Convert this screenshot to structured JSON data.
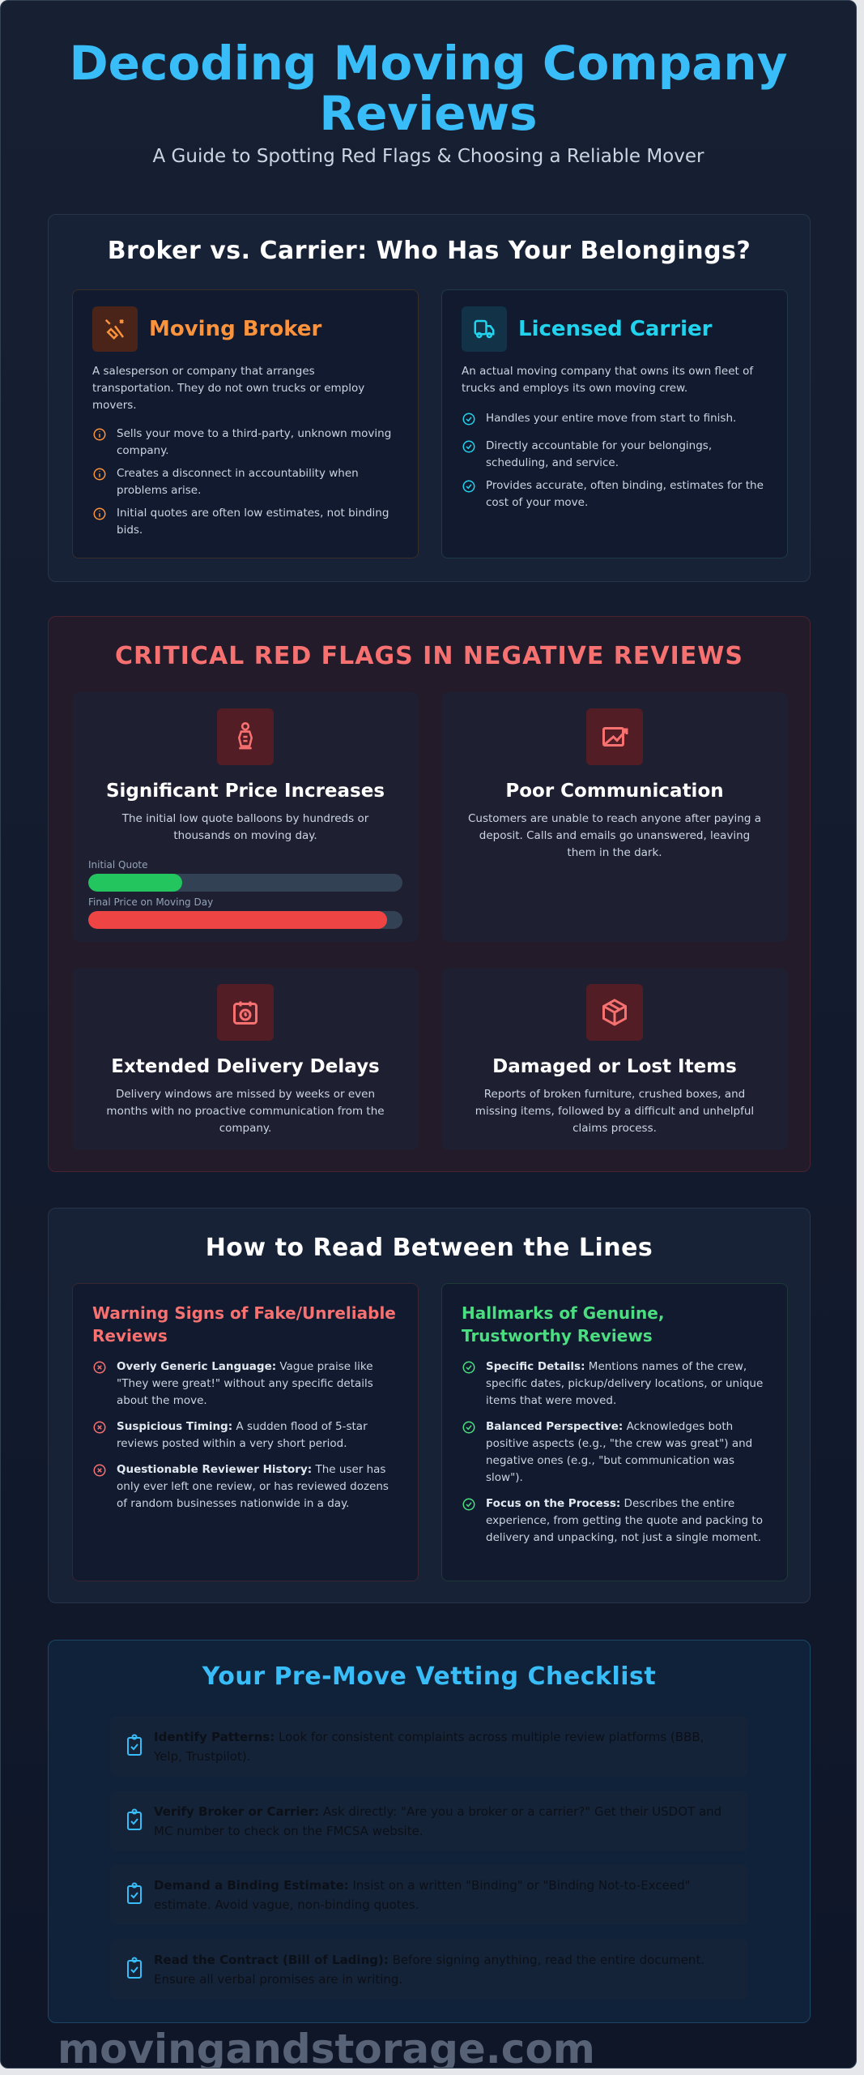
{
  "header": {
    "title": "Decoding Moving Company Reviews",
    "subtitle": "A Guide to Spotting Red Flags & Choosing a Reliable Mover"
  },
  "broker_vs_carrier": {
    "title": "Broker vs. Carrier: Who Has Your Belongings?",
    "broker": {
      "title": "Moving Broker",
      "icon": "unlink-icon",
      "color": "#fb923c",
      "desc": "A salesperson or company that arranges transportation. They do not own trucks or employ movers.",
      "points": [
        "Sells your move to a third-party, unknown moving company.",
        "Creates a disconnect in accountability when problems arise.",
        "Initial quotes are often low estimates, not binding bids."
      ]
    },
    "carrier": {
      "title": "Licensed Carrier",
      "icon": "truck-icon",
      "color": "#22d3ee",
      "desc": "An actual moving company that owns its own fleet of trucks and employs its own moving crew.",
      "points": [
        "Handles your entire move from start to finish.",
        "Directly accountable for your belongings, scheduling, and service.",
        "Provides accurate, often binding, estimates for the cost of your move."
      ]
    }
  },
  "red_flags": {
    "title": "CRITICAL RED FLAGS IN NEGATIVE REVIEWS",
    "color": "#f87171",
    "items": [
      {
        "title": "Significant Price Increases",
        "icon": "money-bag-icon",
        "desc": "The initial low quote balloons by hundreds or thousands on moving day."
      },
      {
        "title": "Poor Communication",
        "icon": "chart-up-icon",
        "desc": "Customers are unable to reach anyone after paying a deposit. Calls and emails go unanswered, leaving them in the dark."
      },
      {
        "title": "Extended Delivery Delays",
        "icon": "calendar-clock-icon",
        "desc": "Delivery windows are missed by weeks or even months with no proactive communication from the company."
      },
      {
        "title": "Damaged or Lost Items",
        "icon": "broken-box-icon",
        "desc": "Reports of broken furniture, crushed boxes, and missing items, followed by a difficult and unhelpful claims process."
      }
    ],
    "bars": [
      {
        "label": "Initial Quote",
        "percent": 30,
        "color": "#22c55e"
      },
      {
        "label": "Final Price on Moving Day",
        "percent": 95,
        "color": "#ef4444"
      }
    ]
  },
  "read_between": {
    "title": "How to Read Between the Lines",
    "warning": {
      "title": "Warning Signs of Fake/Unreliable Reviews",
      "color": "#f87171",
      "items": [
        {
          "bold": "Overly Generic Language:",
          "text": " Vague praise like \"They were great!\" without any specific details about the move."
        },
        {
          "bold": "Suspicious Timing:",
          "text": " A sudden flood of 5-star reviews posted within a very short period."
        },
        {
          "bold": "Questionable Reviewer History:",
          "text": " The user has only ever left one review, or has reviewed dozens of random businesses nationwide in a day."
        }
      ]
    },
    "genuine": {
      "title": "Hallmarks of Genuine, Trustworthy Reviews",
      "color": "#4ade80",
      "items": [
        {
          "bold": "Specific Details:",
          "text": " Mentions names of the crew, specific dates, pickup/delivery locations, or unique items that were moved."
        },
        {
          "bold": "Balanced Perspective:",
          "text": " Acknowledges both positive aspects (e.g., \"the crew was great\") and negative ones (e.g., \"but communication was slow\")."
        },
        {
          "bold": "Focus on the Process:",
          "text": " Describes the entire experience, from getting the quote and packing to delivery and unpacking, not just a single moment."
        }
      ]
    }
  },
  "checklist": {
    "title": "Your Pre-Move Vetting Checklist",
    "items": [
      {
        "bold": "Identify Patterns:",
        "text": " Look for consistent complaints across multiple review platforms (BBB, Yelp, Trustpilot)."
      },
      {
        "bold": "Verify Broker or Carrier:",
        "text": " Ask directly: \"Are you a broker or a carrier?\" Get their USDOT and MC number to check on the FMCSA website."
      },
      {
        "bold": "Demand a Binding Estimate:",
        "text": " Insist on a written \"Binding\" or \"Binding Not-to-Exceed\" estimate. Avoid vague, non-binding quotes."
      },
      {
        "bold": "Read the Contract (Bill of Lading):",
        "text": " Before signing anything, read the entire document. Ensure all verbal promises are in writing."
      }
    ]
  },
  "watermark": "movingandstorage.com"
}
